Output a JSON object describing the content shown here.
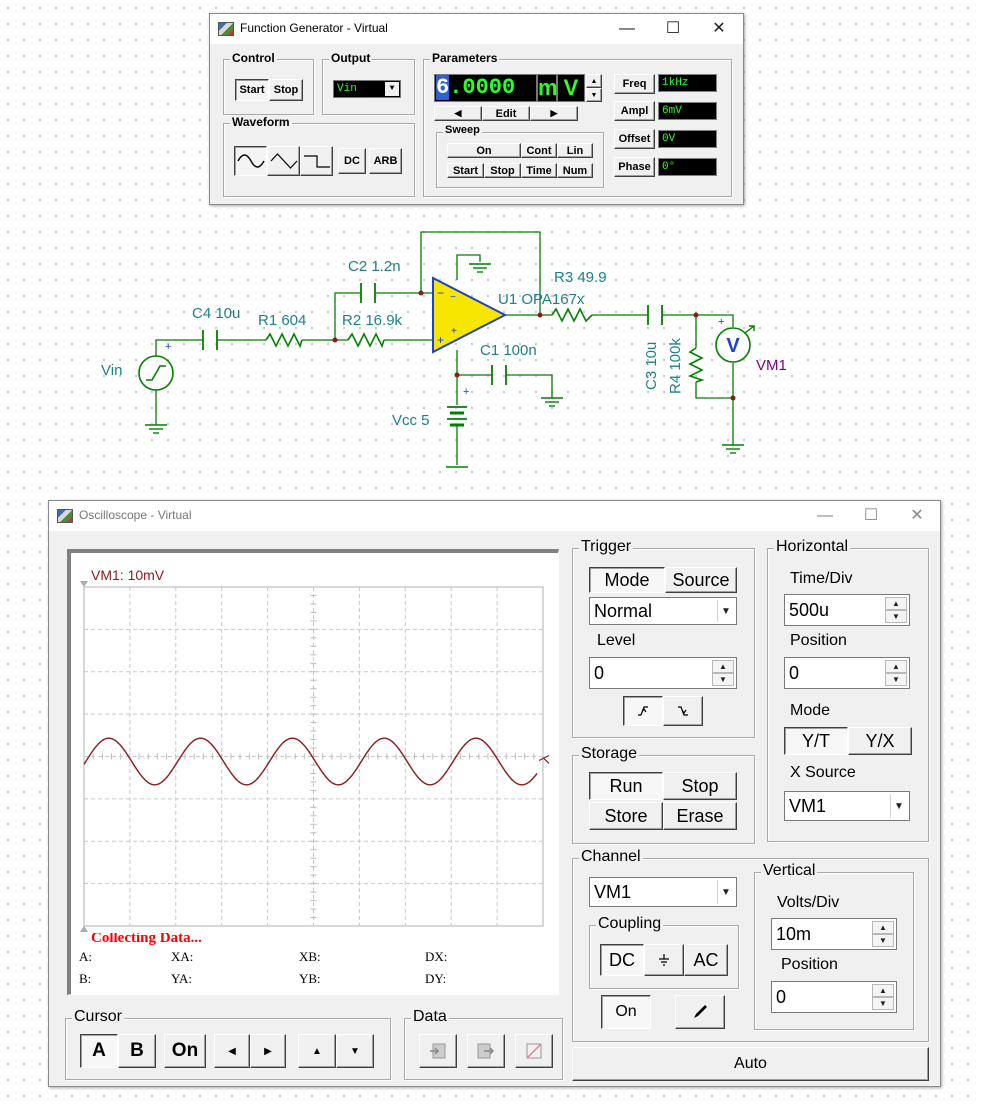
{
  "function_generator": {
    "title": "Function Generator - Virtual",
    "control": {
      "label": "Control",
      "start": "Start",
      "stop": "Stop"
    },
    "output": {
      "label": "Output",
      "selected": "Vin"
    },
    "waveform": {
      "label": "Waveform",
      "dc": "DC",
      "arb": "ARB"
    },
    "parameters": {
      "label": "Parameters",
      "display_value": "6.0000",
      "display_value_selected": "6",
      "display_value_rest": ".0000",
      "display_unit_m": "m",
      "display_unit_v": "V",
      "edit": "Edit",
      "freq_label": "Freq",
      "freq_value": "1kHz",
      "ampl_label": "Ampl",
      "ampl_value": "6mV",
      "offset_label": "Offset",
      "offset_value": "0V",
      "phase_label": "Phase",
      "phase_value": "0°"
    },
    "sweep": {
      "label": "Sweep",
      "on": "On",
      "cont": "Cont",
      "lin": "Lin",
      "start": "Start",
      "stop": "Stop",
      "time": "Time",
      "num": "Num"
    }
  },
  "schematic": {
    "c4": "C4 10u",
    "r1": "R1 604",
    "c2": "C2 1.2n",
    "r2": "R2 16.9k",
    "u1": "U1 OPA167x",
    "r3": "R3 49.9",
    "c1": "C1 100n",
    "c3": "C3 10u",
    "r4": "R4 100k",
    "vm1": "VM1",
    "vin": "Vin",
    "vcc": "Vcc 5",
    "v_letter": "V"
  },
  "oscilloscope": {
    "title": "Oscilloscope - Virtual",
    "screen_label": "VM1: 10mV",
    "status": "Collecting Data...",
    "readouts": {
      "a": "A:",
      "b": "B:",
      "xa": "XA:",
      "ya": "YA:",
      "xb": "XB:",
      "yb": "YB:",
      "dx": "DX:",
      "dy": "DY:"
    },
    "trigger": {
      "label": "Trigger",
      "mode": "Mode",
      "source": "Source",
      "mode_value": "Normal",
      "level_label": "Level",
      "level_value": "0"
    },
    "horizontal": {
      "label": "Horizontal",
      "time_div_label": "Time/Div",
      "time_div_value": "500u",
      "position_label": "Position",
      "position_value": "0",
      "mode_label": "Mode",
      "yt": "Y/T",
      "yx": "Y/X",
      "x_source_label": "X Source",
      "x_source_value": "VM1"
    },
    "storage": {
      "label": "Storage",
      "run": "Run",
      "stop": "Stop",
      "store": "Store",
      "erase": "Erase"
    },
    "channel": {
      "label": "Channel",
      "value": "VM1",
      "coupling_label": "Coupling",
      "dc": "DC",
      "ac": "AC",
      "on": "On"
    },
    "vertical": {
      "label": "Vertical",
      "volts_div_label": "Volts/Div",
      "volts_div_value": "10m",
      "position_label": "Position",
      "position_value": "0"
    },
    "cursor": {
      "label": "Cursor",
      "a": "A",
      "b": "B",
      "on": "On"
    },
    "data": {
      "label": "Data"
    },
    "auto": "Auto"
  },
  "colors": {
    "lcd_text": "#2aff2a",
    "wire": "#008000",
    "label": "#1e7f8c",
    "trace": "#8b1a1a",
    "opamp_fill": "#f7e600",
    "opamp_stroke": "#1f3fd0",
    "vm_label": "#800080",
    "status": "#ff0000"
  }
}
